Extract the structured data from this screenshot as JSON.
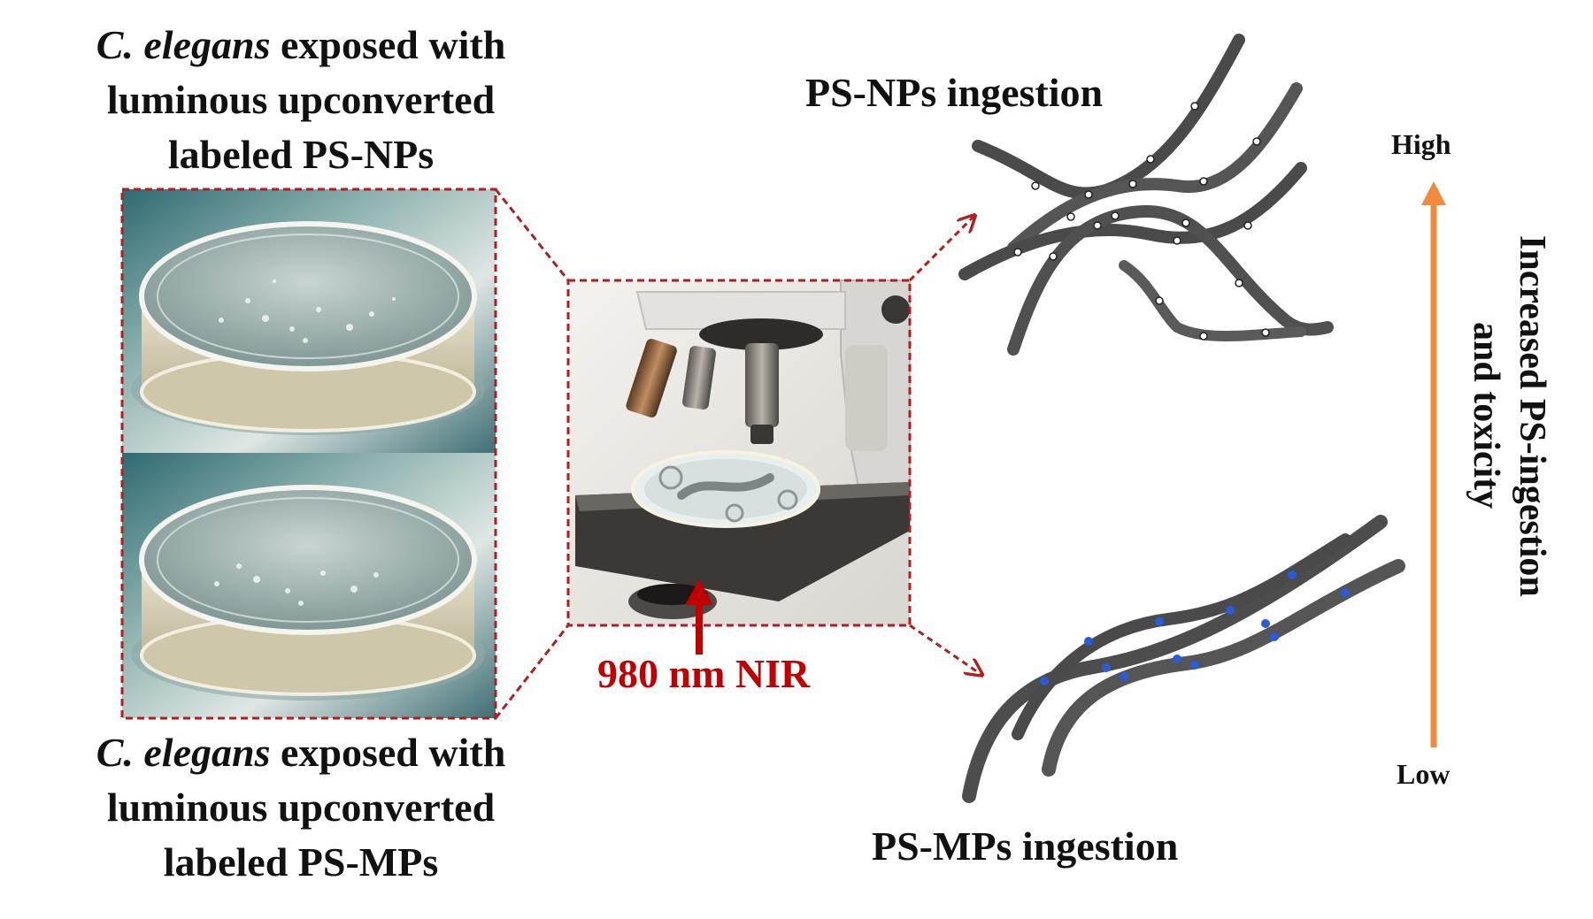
{
  "captions": {
    "top": {
      "species": "C. elegans",
      "line1_rest": " exposed with",
      "line2": "luminous upconverted",
      "line3": "labeled PS-NPs"
    },
    "bottom": {
      "species": "C. elegans",
      "line1_rest": " exposed with",
      "line2": "luminous upconverted",
      "line3": "labeled PS-MPs"
    }
  },
  "headings": {
    "nps_ingestion": "PS-NPs ingestion",
    "mps_ingestion": "PS-MPs ingestion"
  },
  "nir_label": "980 nm NIR",
  "scale": {
    "high": "High",
    "low": "Low",
    "label_line1": "Increased PS-ingestion",
    "label_line2": "and toxicity"
  },
  "colors": {
    "frame_red": "#b01e1e",
    "nir_red": "#c00000",
    "arrow_orange": "#f08a3c",
    "np_dot": "#ffffff",
    "mp_dot": "#2a5bd8",
    "worm": "#4a4a4a"
  },
  "icons": {
    "petri_dish_nps": "petri-dish-icon",
    "petri_dish_mps": "petri-dish-icon",
    "microscope": "microscope-icon",
    "worms_nps": "worm-icon",
    "worms_mps": "worm-icon"
  }
}
